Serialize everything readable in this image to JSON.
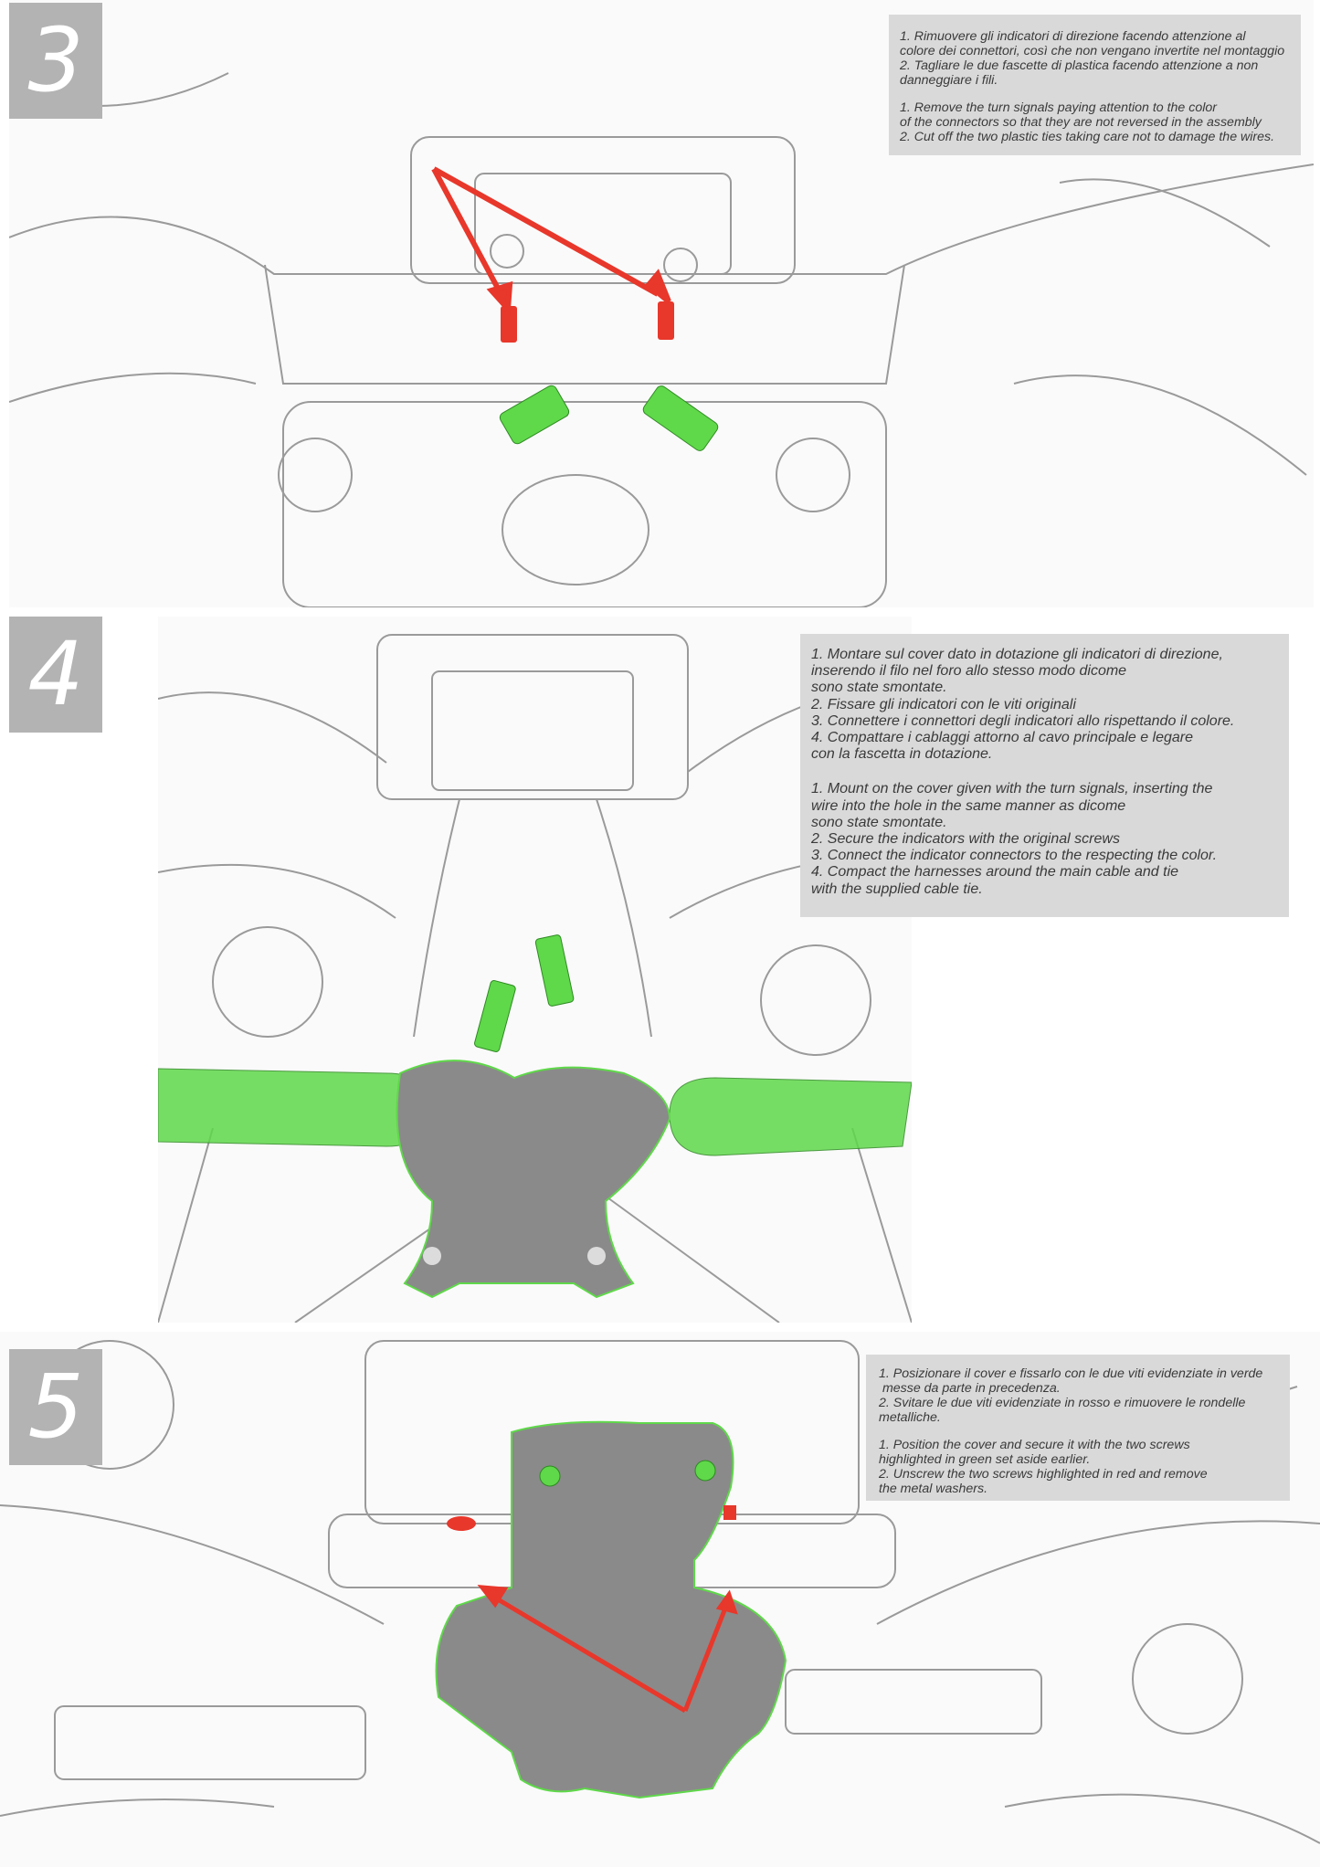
{
  "steps": [
    {
      "number": "3",
      "text_it": [
        "1. Rimuovere gli indicatori di direzione facendo attenzione al",
        "colore dei connettori, così che non vengano invertite nel montaggio",
        "2. Tagliare le due fascette di plastica facendo attenzione a non",
        "danneggiare i fili."
      ],
      "text_en": [
        "1. Remove the turn signals paying attention to the color",
        "of the connectors so that they are not reversed in the assembly",
        "2. Cut off the two plastic ties taking care not to damage the wires."
      ]
    },
    {
      "number": "4",
      "text_it": [
        "1. Montare sul cover dato in dotazione gli indicatori di direzione,",
        "inserendo il filo nel foro allo stesso modo dicome",
        "sono state smontate.",
        "2. Fissare gli indicatori con le viti originali",
        "3. Connettere i connettori degli indicatori allo rispettando il colore.",
        "4. Compattare i cablaggi attorno al cavo principale e legare",
        "con la fascetta in dotazione."
      ],
      "text_en": [
        "1. Mount on the cover given with the turn signals, inserting the",
        "wire into the hole in the same manner as dicome",
        "sono state smontate.",
        "2. Secure the indicators with the original screws",
        "3. Connect the indicator connectors to the respecting the color.",
        "4. Compact the harnesses around the main cable and tie",
        "with the supplied cable tie."
      ]
    },
    {
      "number": "5",
      "text_it": [
        "1. Posizionare il cover e fissarlo con le due viti evidenziate in verde",
        " messe da parte in precedenza.",
        "2. Svitare le due viti evidenziate in rosso e rimuovere le rondelle",
        "metalliche."
      ],
      "text_en": [
        "1. Position the cover and secure it with the two screws",
        "highlighted in green set aside earlier.",
        "2. Unscrew the two screws highlighted in red and remove",
        "the metal washers."
      ]
    }
  ],
  "colors": {
    "highlight_red": "#e8372b",
    "highlight_green": "#5fd84a",
    "cover_gray": "#8a8a8a",
    "box_gray": "#d9d9d9",
    "number_gray": "#b3b3b3"
  }
}
